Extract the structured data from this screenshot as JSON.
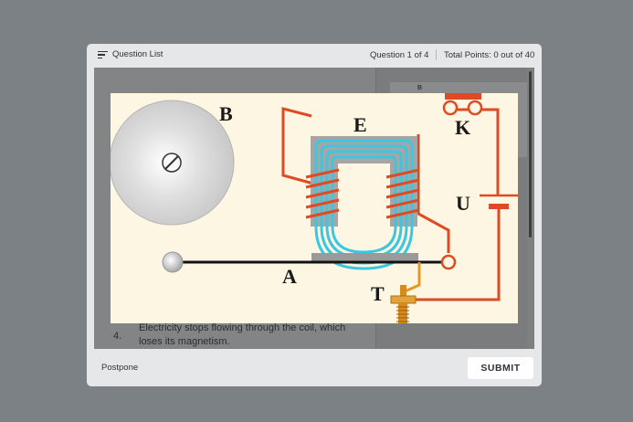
{
  "header": {
    "question_list_label": "Question List",
    "question_counter": "Question 1 of 4",
    "total_points": "Total Points: 0 out of 40"
  },
  "question": {
    "option_4_number": "4.",
    "option_4_text": "Electricity stops flowing through the coil, which loses its magnetism."
  },
  "figure": {
    "labels": {
      "bell": "B",
      "electromagnet": "E",
      "switch": "K",
      "voltage": "U",
      "armature": "A",
      "screw": "T"
    }
  },
  "thumbnail": {
    "label_b": "B"
  },
  "footer": {
    "postpone_label": "Postpone",
    "submit_label": "SUBMIT"
  },
  "icons": [
    "list-icon"
  ]
}
